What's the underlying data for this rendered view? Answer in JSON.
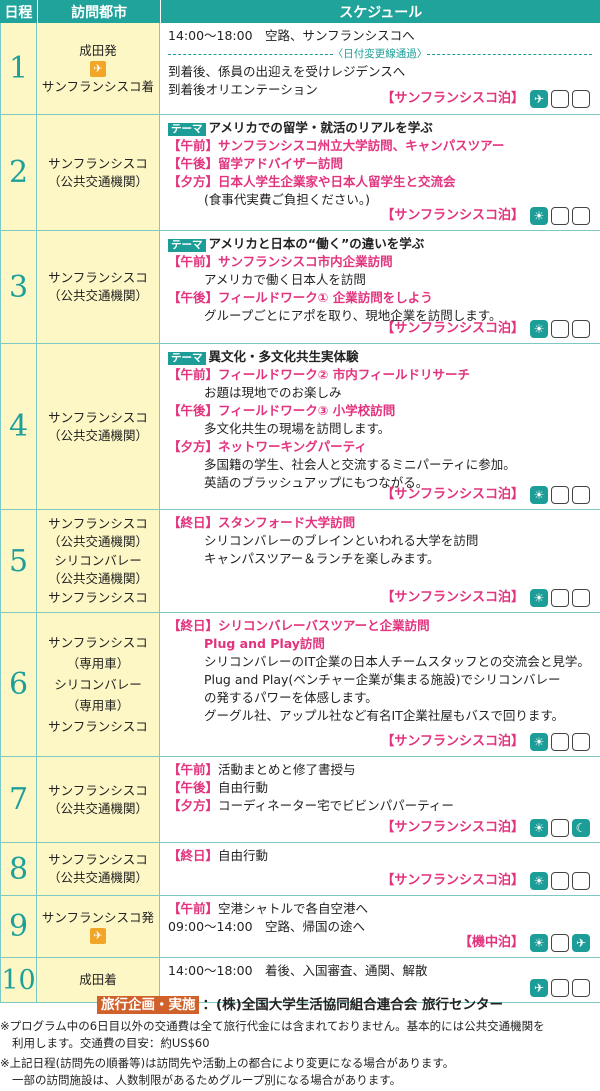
{
  "header": {
    "day": "日程",
    "city": "訪問都市",
    "schedule": "スケジュール"
  },
  "rows": [
    {
      "day": "1",
      "city": [
        "成田発",
        "サンフランシスコ着"
      ],
      "l1": "14:00～18:00　空路、サンフランシスコへ",
      "dateline": "〈日付変更線通過〉",
      "l2": "到着後、係員の出迎えを受けレジデンスへ",
      "l3": "到着後オリエンテーション",
      "stay": "【サンフランシスコ泊】"
    },
    {
      "day": "2",
      "city": [
        "サンフランシスコ",
        "（公共交通機関）"
      ],
      "theme_tag": "テーマ",
      "theme": "アメリカでの留学・就活のリアルを学ぶ",
      "a_label": "【午前】",
      "a_text": "サンフランシスコ州立大学訪問、キャンパスツアー",
      "b_label": "【午後】",
      "b_text": "留学アドバイザー訪問",
      "c_label": "【夕方】",
      "c_text": "日本人学生企業家や日本人留学生と交流会",
      "c_sub": "(食事代実費ご負担ください。)",
      "stay": "【サンフランシスコ泊】"
    },
    {
      "day": "3",
      "city": [
        "サンフランシスコ",
        "（公共交通機関）"
      ],
      "theme_tag": "テーマ",
      "theme": "アメリカと日本の“働く”の違いを学ぶ",
      "a_label": "【午前】",
      "a_text": "サンフランシスコ市内企業訪問",
      "a_sub": "アメリカで働く日本人を訪問",
      "b_label": "【午後】",
      "b_text": "フィールドワーク① 企業訪問をしよう",
      "b_sub": "グループごとにアポを取り、現地企業を訪問します。",
      "stay": "【サンフランシスコ泊】"
    },
    {
      "day": "4",
      "city": [
        "サンフランシスコ",
        "（公共交通機関）"
      ],
      "theme_tag": "テーマ",
      "theme": "異文化・多文化共生実体験",
      "a_label": "【午前】",
      "a_text": "フィールドワーク② 市内フィールドリサーチ",
      "a_sub": "お題は現地でのお楽しみ",
      "b_label": "【午後】",
      "b_text": "フィールドワーク③ 小学校訪問",
      "b_sub": "多文化共生の現場を訪問します。",
      "c_label": "【夕方】",
      "c_text": "ネットワーキングパーティ",
      "c_sub1": "多国籍の学生、社会人と交流するミニパーティに参加。",
      "c_sub2": "英語のブラッシュアップにもつながる。",
      "stay": "【サンフランシスコ泊】"
    },
    {
      "day": "5",
      "city": [
        "サンフランシスコ",
        "（公共交通機関）",
        "シリコンバレー",
        "（公共交通機関）",
        "サンフランシスコ"
      ],
      "a_label": "【終日】",
      "a_text": "スタンフォード大学訪問",
      "a_sub1": "シリコンバレーのブレインといわれる大学を訪問",
      "a_sub2": "キャンパスツアー＆ランチを楽しみます。",
      "stay": "【サンフランシスコ泊】"
    },
    {
      "day": "6",
      "city": [
        "サンフランシスコ",
        "（専用車）",
        "シリコンバレー",
        "（専用車）",
        "サンフランシスコ"
      ],
      "a_label": "【終日】",
      "a_text": "シリコンバレーバスツアーと企業訪問",
      "a_text2": "Plug and Play訪問",
      "s1": "シリコンバレーのIT企業の日本人チームスタッフとの交流会と見学。",
      "s2": "Plug and Play(ベンチャー企業が集まる施設)でシリコンバレー",
      "s3": "の発するパワーを体感します。",
      "s4": "グーグル社、アップル社など有名IT企業社屋もバスで回ります。",
      "stay": "【サンフランシスコ泊】"
    },
    {
      "day": "7",
      "city": [
        "サンフランシスコ",
        "（公共交通機関）"
      ],
      "a_label": "【午前】",
      "a_text": "活動まとめと修了書授与",
      "b_label": "【午後】",
      "b_text": "自由行動",
      "c_label": "【夕方】",
      "c_text": "コーディネーター宅でビビンパパーティー",
      "stay": "【サンフランシスコ泊】"
    },
    {
      "day": "8",
      "city": [
        "サンフランシスコ",
        "（公共交通機関）"
      ],
      "a_label": "【終日】",
      "a_text": "自由行動",
      "stay": "【サンフランシスコ泊】"
    },
    {
      "day": "9",
      "city": [
        "サンフランシスコ発"
      ],
      "a_label": "【午前】",
      "a_text": "空港シャトルで各自空港へ",
      "l2": "09:00～14:00　空路、帰国の途へ",
      "stay": "【機中泊】"
    },
    {
      "day": "10",
      "city": [
        "成田着"
      ],
      "l1": "14:00～18:00　着後、入国審査、通関、解散"
    }
  ],
  "footer": {
    "tag": "旅行企画・実施",
    "org": "：(株)全国大学生活協同組合連合会 旅行センター",
    "n1": "※プログラム中の6日目以外の交通費は全て旅行代金には含まれておりません。基本的には公共交通機関を",
    "n1b": "利用します。交通費の目安：約US$60",
    "n2": "※上記日程(訪問先の順番等)は訪問先や活動上の都合により変更になる場合があります。",
    "n2b": "一部の訪問施設は、人数制限があるためグループ別になる場合があります。"
  },
  "colors": {
    "teal": "#1d9d97",
    "pink": "#e2337e",
    "cream": "#fdf7c6",
    "orange": "#f2a628"
  },
  "icons": {
    "plane": "airplane-icon",
    "sun": "sun-icon",
    "empty": "empty-meal-box",
    "moon": "moon-icon"
  }
}
